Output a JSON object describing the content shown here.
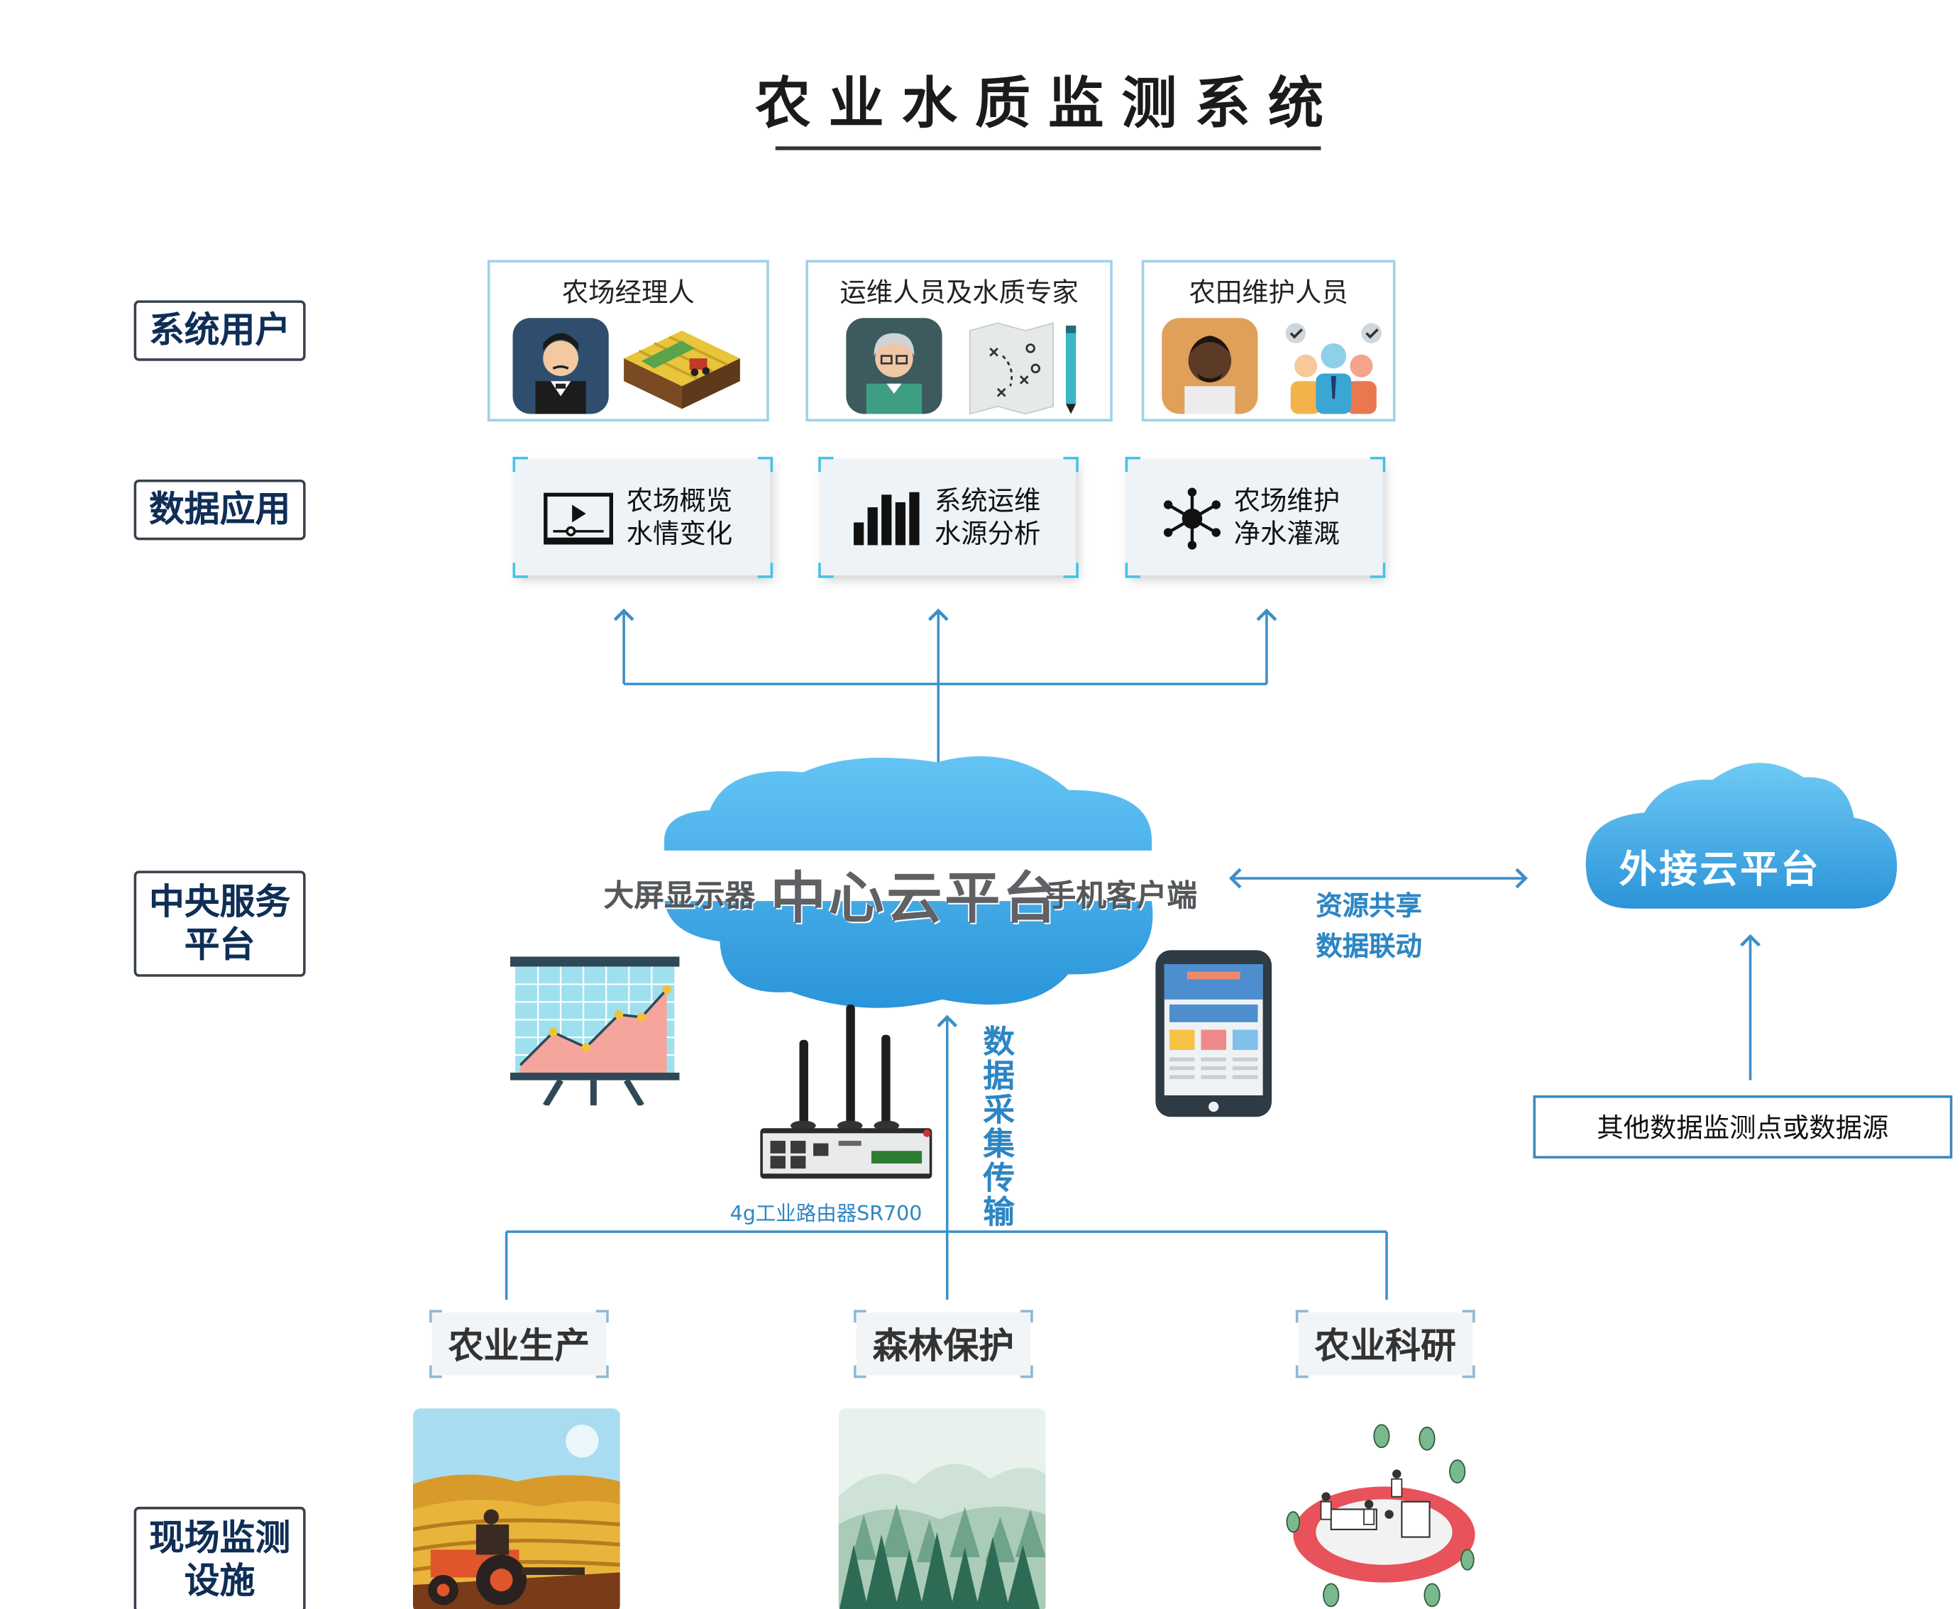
{
  "title": "农业水质监测系统",
  "side_labels": {
    "users": "系统用户",
    "apps": "数据应用",
    "central": "中央服务\n平台",
    "field": "现场监测\n设施"
  },
  "users": [
    {
      "label": "农场经理人",
      "icons": [
        "manager-avatar-icon",
        "farmland-tractor-icon"
      ]
    },
    {
      "label": "运维人员及水质专家",
      "icons": [
        "expert-avatar-icon",
        "strategy-map-icon"
      ]
    },
    {
      "label": "农田维护人员",
      "icons": [
        "worker-avatar-icon",
        "team-approval-icon"
      ]
    }
  ],
  "apps": [
    {
      "line1": "农场概览",
      "line2": "水情变化",
      "text": "农场概览\n水情变化",
      "icon": "video-player-icon"
    },
    {
      "line1": "系统运维",
      "line2": "水源分析",
      "text": "系统运维\n水源分析",
      "icon": "bar-signal-icon"
    },
    {
      "line1": "农场维护",
      "line2": "净水灌溉",
      "text": "农场维护\n净水灌溉",
      "icon": "network-hub-icon"
    }
  ],
  "cloud": {
    "main": "中心云平台",
    "left": "大屏显示器",
    "right": "手机客户端"
  },
  "external_cloud": "外接云平台",
  "sharing": {
    "line1": "资源共享",
    "line2": "数据联动"
  },
  "collection_label": "数据采集传输",
  "other_sources": "其他数据监测点或数据源",
  "router_label": "4g工业路由器SR700",
  "fields": [
    {
      "label": "农业生产",
      "image": "tractor-field-image"
    },
    {
      "label": "森林保护",
      "image": "forest-image"
    },
    {
      "label": "农业科研",
      "image": "research-lab-image"
    }
  ],
  "colors": {
    "line_blue": "#3d8fc7",
    "cloud_blue": "#3fa8e6",
    "label_dark_blue": "#0f2e57",
    "accent_blue": "#2d86c4"
  }
}
